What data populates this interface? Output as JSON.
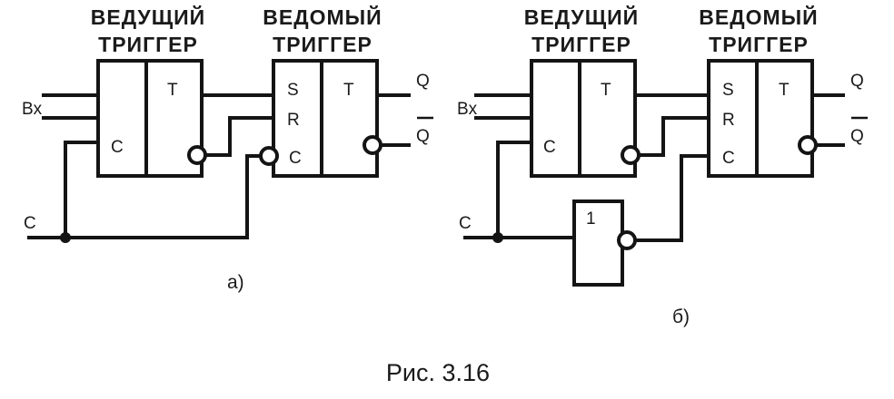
{
  "figure_caption": "Рис. 3.16",
  "diagram_a": {
    "label": "а)",
    "master": {
      "title_line1": "ВЕДУЩИЙ",
      "title_line2": "ТРИГГЕР",
      "pin_c": "C",
      "pin_t": "T"
    },
    "slave": {
      "title_line1": "ВЕДОМЫЙ",
      "title_line2": "ТРИГГЕР",
      "pin_s": "S",
      "pin_r": "R",
      "pin_c": "C",
      "pin_t": "T"
    },
    "input_label": "Bx",
    "clock_label": "C",
    "output_q": "Q",
    "output_q_bar": "Q"
  },
  "diagram_b": {
    "label": "б)",
    "master": {
      "title_line1": "ВЕДУЩИЙ",
      "title_line2": "ТРИГГЕР",
      "pin_c": "C",
      "pin_t": "T"
    },
    "slave": {
      "title_line1": "ВЕДОМЫЙ",
      "title_line2": "ТРИГГЕР",
      "pin_s": "S",
      "pin_r": "R",
      "pin_c": "C",
      "pin_t": "T"
    },
    "inverter_label": "1",
    "input_label": "Bx",
    "clock_label": "C",
    "output_q": "Q",
    "output_q_bar": "Q"
  }
}
